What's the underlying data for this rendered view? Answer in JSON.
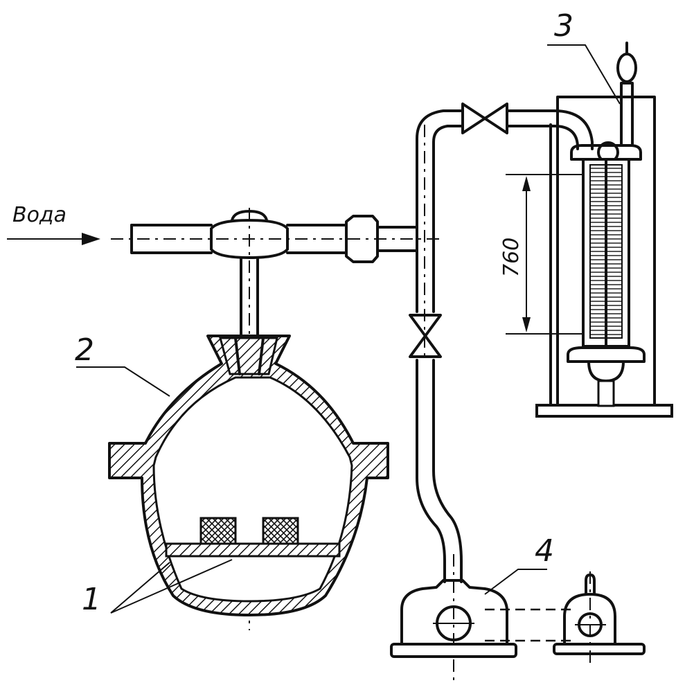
{
  "labels": {
    "inflow": "Вода",
    "callout_1": "1",
    "callout_2": "2",
    "callout_3": "3",
    "callout_4": "4",
    "dimension": "760"
  }
}
